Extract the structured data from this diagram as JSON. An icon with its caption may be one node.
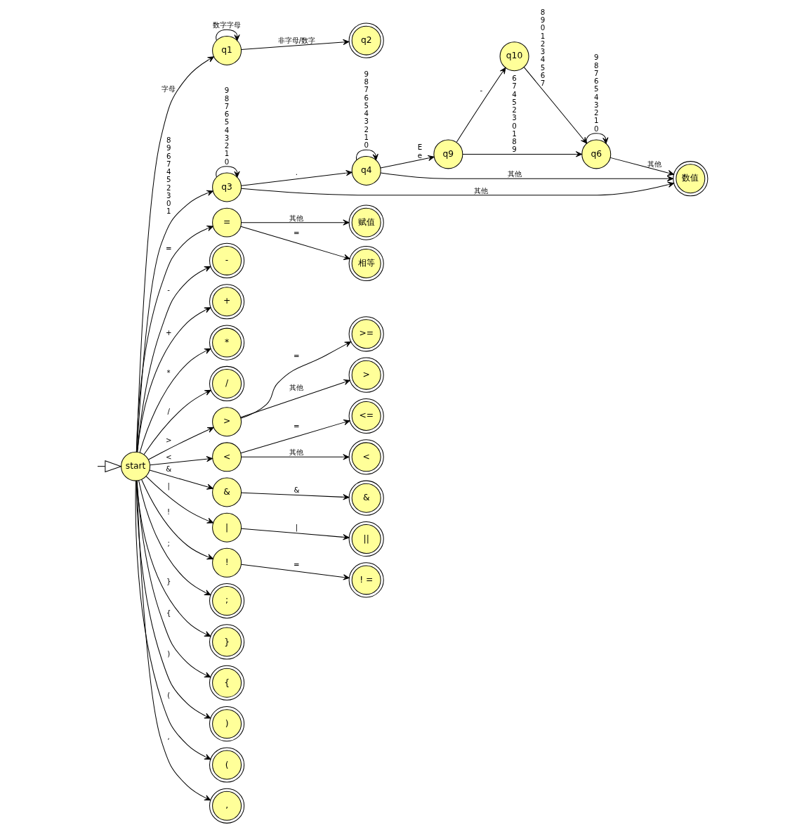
{
  "diagram": {
    "nodes": [
      {
        "text": [
          "数值"
        ]
      },
      {
        "text": [
          "q3"
        ]
      },
      {
        "text": [
          "q4"
        ]
      },
      {
        "text": [
          "q9"
        ]
      },
      {
        "text": [
          "q2"
        ]
      },
      {
        "text": [
          "q1"
        ]
      },
      {
        "text": [
          "赋值"
        ]
      },
      {
        "text": [
          "="
        ]
      },
      {
        "text": [
          "q6"
        ]
      },
      {
        "text": [
          "q10"
        ]
      },
      {
        "text": [
          "-"
        ]
      },
      {
        "text": [
          "相等"
        ]
      },
      {
        "text": [
          "+"
        ]
      },
      {
        "text": [
          "*"
        ]
      },
      {
        "text": [
          "/"
        ]
      },
      {
        "text": [
          ">="
        ]
      },
      {
        "text": [
          ">"
        ]
      },
      {
        "text": [
          ">"
        ]
      },
      {
        "text": [
          "<="
        ]
      },
      {
        "text": [
          "<"
        ]
      },
      {
        "text": [
          "<"
        ]
      },
      {
        "text": [
          "&"
        ]
      },
      {
        "text": [
          "&"
        ]
      },
      {
        "text": [
          "|"
        ]
      },
      {
        "text": [
          "||"
        ]
      },
      {
        "text": [
          "start"
        ]
      },
      {
        "text": [
          "!"
        ]
      },
      {
        "text": [
          "! ="
        ]
      },
      {
        "text": [
          ";"
        ]
      },
      {
        "text": [
          "}"
        ]
      },
      {
        "text": [
          "{"
        ]
      },
      {
        "text": [
          ")"
        ]
      },
      {
        "text": [
          "("
        ]
      },
      {
        "text": [
          ","
        ]
      }
    ],
    "edges": [
      {
        "from": null,
        "to": 25,
        "arrow": "to"
      },
      {
        "from": 25,
        "to": 5,
        "arrow": "to",
        "label": "字母"
      },
      {
        "from": 5,
        "to": 5,
        "arrow": "to",
        "label": "数字字母"
      },
      {
        "from": 5,
        "to": 4,
        "arrow": "to",
        "label": "非字母/数字"
      },
      {
        "from": 25,
        "to": 1,
        "arrow": "to",
        "label": "8 9 6 7 4 5 2 3 0 1"
      },
      {
        "from": 1,
        "to": 1,
        "arrow": "to",
        "label": "9 8 7 6 5 4 3 2 1 0"
      },
      {
        "from": 1,
        "to": 2,
        "arrow": "to",
        "label": "."
      },
      {
        "from": 1,
        "to": 0,
        "arrow": "to",
        "label": "其他"
      },
      {
        "from": 2,
        "to": 2,
        "arrow": "to",
        "label": "9 8 7 6 5 4 3 2 1 0"
      },
      {
        "from": 2,
        "to": 0,
        "arrow": "to",
        "label": "其他"
      },
      {
        "from": 2,
        "to": 3,
        "arrow": "to",
        "label": "E e"
      },
      {
        "from": 3,
        "to": 9,
        "arrow": "to",
        "label": "-"
      },
      {
        "from": 3,
        "to": 8,
        "arrow": "to",
        "label": "6 7 4 5 2 3 0 1 8 9"
      },
      {
        "from": 9,
        "to": 8,
        "arrow": "to",
        "label": "8 9 0 1 2 3 4 5 6 7"
      },
      {
        "from": 8,
        "to": 8,
        "arrow": "to",
        "label": "9 8 7 6 5 4 3 2 1 0"
      },
      {
        "from": 8,
        "to": 0,
        "arrow": "to",
        "label": "其他"
      },
      {
        "from": 25,
        "to": 7,
        "arrow": "to",
        "label": "="
      },
      {
        "from": 7,
        "to": 6,
        "arrow": "to",
        "label": "其他"
      },
      {
        "from": 7,
        "to": 11,
        "arrow": "to",
        "label": "="
      },
      {
        "from": 25,
        "to": 10,
        "arrow": "to",
        "label": "-"
      },
      {
        "from": 25,
        "to": 12,
        "arrow": "to",
        "label": "+"
      },
      {
        "from": 25,
        "to": 13,
        "arrow": "to",
        "label": "*"
      },
      {
        "from": 25,
        "to": 14,
        "arrow": "to",
        "label": "/"
      },
      {
        "from": 25,
        "to": 17,
        "arrow": "to",
        "label": ">"
      },
      {
        "from": 17,
        "to": 15,
        "arrow": "to",
        "label": "="
      },
      {
        "from": 17,
        "to": 16,
        "arrow": "to",
        "label": "其他"
      },
      {
        "from": 25,
        "to": 19,
        "arrow": "to",
        "label": "<"
      },
      {
        "from": 19,
        "to": 18,
        "arrow": "to",
        "label": "="
      },
      {
        "from": 19,
        "to": 20,
        "arrow": "to",
        "label": "其他"
      },
      {
        "from": 25,
        "to": 21,
        "arrow": "to",
        "label": "&"
      },
      {
        "from": 21,
        "to": 22,
        "arrow": "to",
        "label": "&"
      },
      {
        "from": 25,
        "to": 23,
        "arrow": "to",
        "label": "|"
      },
      {
        "from": 23,
        "to": 24,
        "arrow": "to",
        "label": "|"
      },
      {
        "from": 25,
        "to": 26,
        "arrow": "to",
        "label": "!"
      },
      {
        "from": 26,
        "to": 27,
        "arrow": "to",
        "label": "="
      },
      {
        "from": 25,
        "to": 28,
        "arrow": "to",
        "label": ";"
      },
      {
        "from": 25,
        "to": 29,
        "arrow": "to",
        "label": "}"
      },
      {
        "from": 25,
        "to": 30,
        "arrow": "to",
        "label": "{"
      },
      {
        "from": 25,
        "to": 31,
        "arrow": "to",
        "label": ")"
      },
      {
        "from": 25,
        "to": 32,
        "arrow": "to",
        "label": "("
      },
      {
        "from": 25,
        "to": 33,
        "arrow": "to",
        "label": ","
      }
    ]
  }
}
